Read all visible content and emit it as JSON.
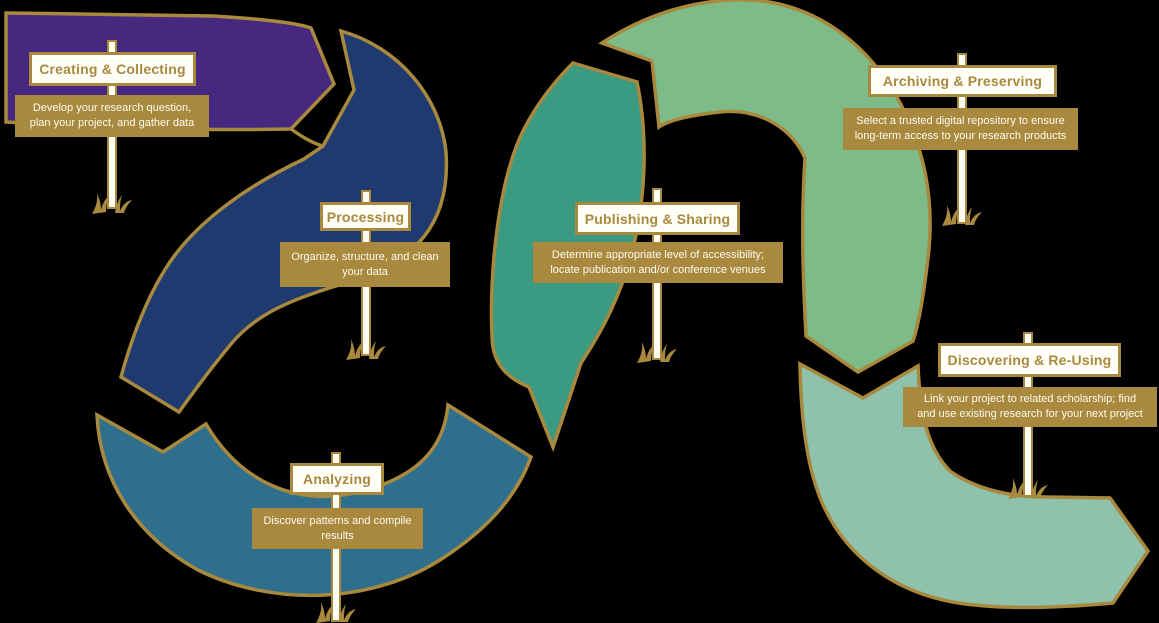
{
  "figure": {
    "background_color": "#000000",
    "outline_color": "#a8893e",
    "post_color": "#fffef7",
    "desc_text_color": "#fdfbf0"
  },
  "stages": [
    {
      "title": "Creating & Collecting",
      "desc_line1": "Develop your research question,",
      "desc_line2": "plan your project, and gather data",
      "color": "#46287f"
    },
    {
      "title": "Processing",
      "desc_line1": "Organize, structure, and clean",
      "desc_line2": "your data",
      "color": "#1e3a6e"
    },
    {
      "title": "Analyzing",
      "desc_line1": "Discover patterns and compile",
      "desc_line2": "results",
      "color": "#2e6f8e"
    },
    {
      "title": "Publishing & Sharing",
      "desc_line1": "Determine appropriate level of accessibility;",
      "desc_line2": "locate publication and/or conference venues",
      "color": "#3b9a82"
    },
    {
      "title": "Archiving & Preserving",
      "desc_line1": "Select a trusted digital repository to ensure",
      "desc_line2": "long-term access to your research products",
      "color": "#7dbc88"
    },
    {
      "title": "Discovering & Re-Using",
      "desc_line1": "Link your project to related scholarship; find",
      "desc_line2": "and use existing research for your next project",
      "color": "#8ec2ad"
    }
  ]
}
